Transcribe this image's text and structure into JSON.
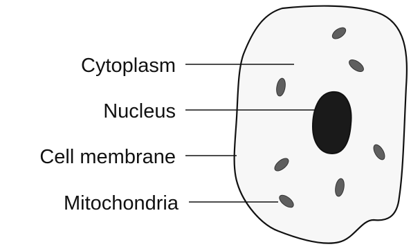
{
  "labels": {
    "cytoplasm": "Cytoplasm",
    "nucleus": "Nucleus",
    "cell_membrane": "Cell membrane",
    "mitochondria": "Mitochondria"
  },
  "colors": {
    "outline": "#111111",
    "cell_fill": "#f7f7f7",
    "nucleus": "#1a1a1a",
    "mitochondria": "#5f5f5f",
    "leader_line": "#111111",
    "text": "#111111"
  }
}
